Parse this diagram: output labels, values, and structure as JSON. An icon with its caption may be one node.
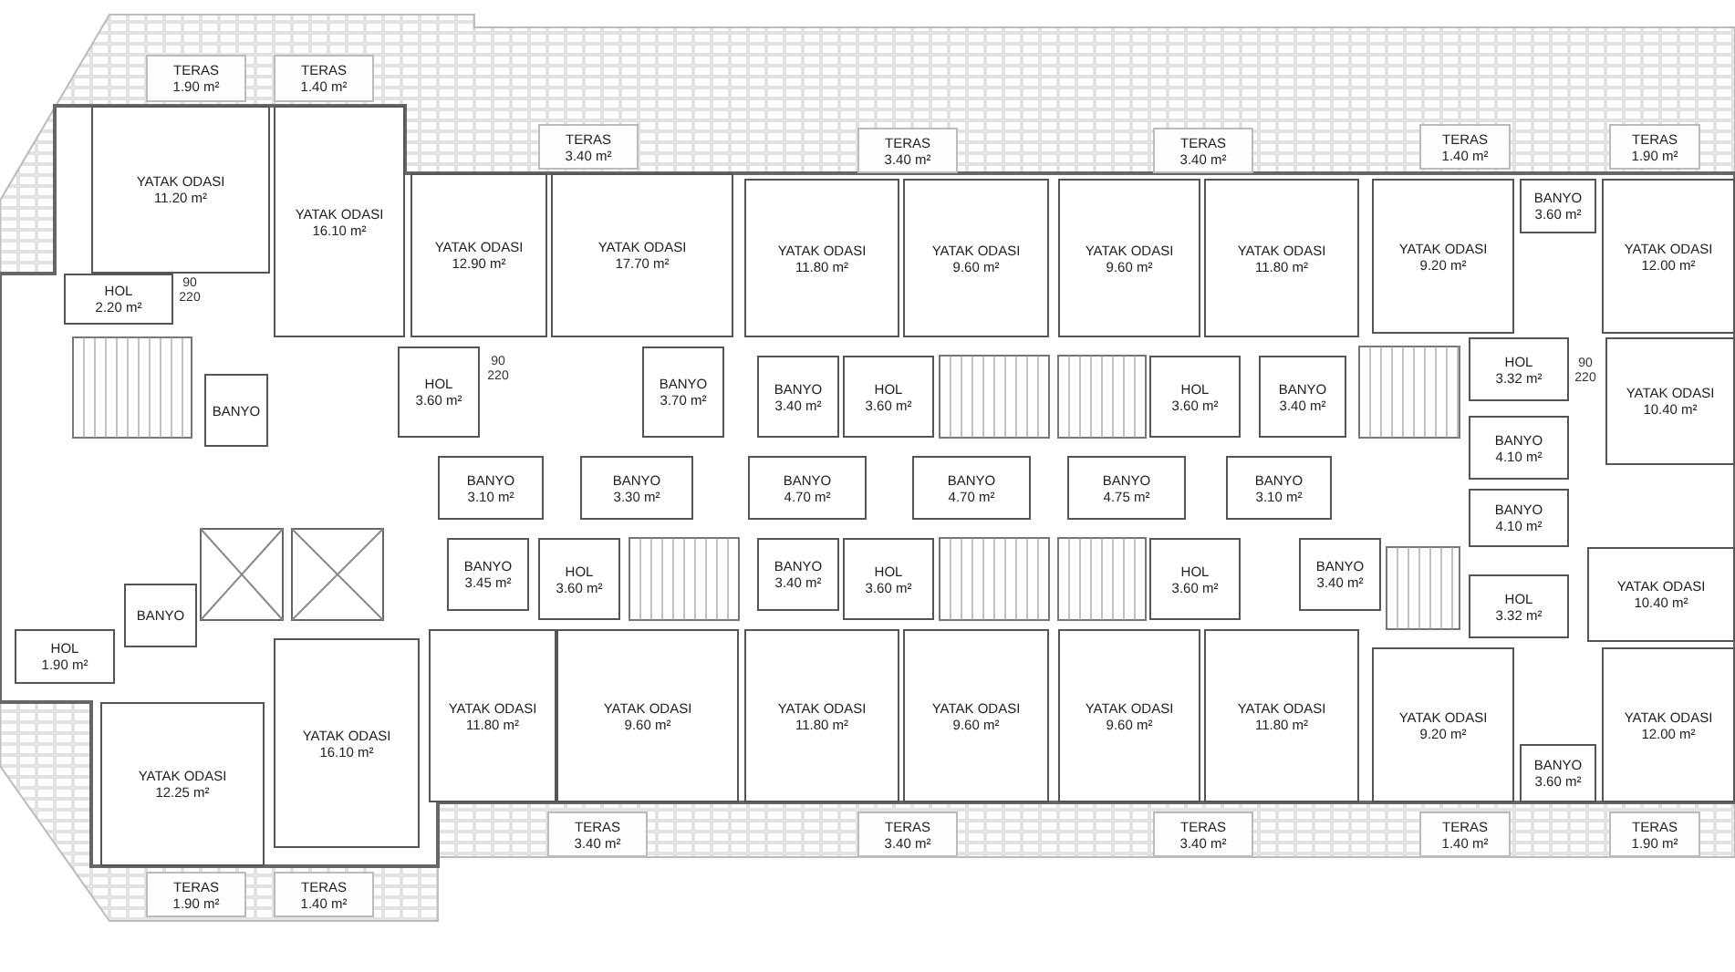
{
  "diagram": {
    "nodes": [
      {
        "text": [
          "TERAS",
          "1.90 m²"
        ]
      },
      {
        "text": [
          "TERAS",
          "1.40 m²"
        ]
      },
      {
        "text": [
          "YATAK ODASI",
          "11.20 m²"
        ]
      },
      {
        "text": [
          "YATAK ODASI",
          "16.10 m²"
        ]
      },
      {
        "text": [
          "YATAK ODASI",
          "12.90 m²"
        ]
      },
      {
        "text": [
          "YATAK ODASI",
          "17.70 m²"
        ]
      },
      {
        "text": [
          "TERAS",
          "3.40 m²"
        ]
      },
      {
        "text": [
          "YATAK ODASI",
          "11.80 m²"
        ]
      },
      {
        "text": [
          "YATAK ODASI",
          "9.60 m²"
        ]
      },
      {
        "text": [
          "TERAS",
          "3.40 m²"
        ]
      },
      {
        "text": [
          "YATAK ODASI",
          "9.60 m²"
        ]
      },
      {
        "text": [
          "YATAK ODASI",
          "11.80 m²"
        ]
      },
      {
        "text": [
          "TERAS",
          "3.40 m²"
        ]
      },
      {
        "text": [
          "YATAK ODASI",
          "9.20 m²"
        ]
      },
      {
        "text": [
          "BANYO",
          "3.60 m²"
        ]
      },
      {
        "text": [
          "YATAK ODASI",
          "12.00 m²"
        ]
      },
      {
        "text": [
          "TERAS",
          "1.40 m²"
        ]
      },
      {
        "text": [
          "TERAS",
          "1.90 m²"
        ]
      },
      {
        "text": [
          "HOL",
          "2.20 m²"
        ]
      },
      {
        "text": [
          "BANYO"
        ]
      },
      {
        "text": [
          "HOL",
          "3.60 m²"
        ]
      },
      {
        "text": [
          "BANYO",
          "3.70 m²"
        ]
      },
      {
        "text": [
          "BANYO",
          "3.40 m²"
        ]
      },
      {
        "text": [
          "HOL",
          "3.60 m²"
        ]
      },
      {
        "text": [
          "HOL",
          "3.60 m²"
        ]
      },
      {
        "text": [
          "BANYO",
          "3.40 m²"
        ]
      },
      {
        "text": [
          "HOL",
          "3.32 m²"
        ]
      },
      {
        "text": [
          "YATAK ODASI",
          "10.40 m²"
        ]
      },
      {
        "text": [
          "BANYO",
          "4.10 m²"
        ]
      },
      {
        "text": [
          "BANYO",
          "3.10 m²"
        ]
      },
      {
        "text": [
          "BANYO",
          "3.30 m²"
        ]
      },
      {
        "text": [
          "BANYO",
          "4.70 m²"
        ]
      },
      {
        "text": [
          "BANYO",
          "4.70 m²"
        ]
      },
      {
        "text": [
          "BANYO",
          "4.75 m²"
        ]
      },
      {
        "text": [
          "BANYO",
          "3.10 m²"
        ]
      },
      {
        "text": [
          "BANYO",
          "4.10 m²"
        ]
      },
      {
        "text": [
          "BANYO"
        ]
      },
      {
        "text": [
          "HOL",
          "1.90 m²"
        ]
      },
      {
        "text": [
          "BANYO",
          "3.45 m²"
        ]
      },
      {
        "text": [
          "HOL",
          "3.60 m²"
        ]
      },
      {
        "text": [
          "BANYO",
          "3.40 m²"
        ]
      },
      {
        "text": [
          "HOL",
          "3.60 m²"
        ]
      },
      {
        "text": [
          "HOL",
          "3.60 m²"
        ]
      },
      {
        "text": [
          "BANYO",
          "3.40 m²"
        ]
      },
      {
        "text": [
          "HOL",
          "3.32 m²"
        ]
      },
      {
        "text": [
          "YATAK ODASI",
          "10.40 m²"
        ]
      },
      {
        "text": [
          "YATAK ODASI",
          "16.10 m²"
        ]
      },
      {
        "text": [
          "YATAK ODASI",
          "11.80 m²"
        ]
      },
      {
        "text": [
          "YATAK ODASI",
          "12.25 m²"
        ]
      },
      {
        "text": [
          "YATAK ODASI",
          "9.60 m²"
        ]
      },
      {
        "text": [
          "YATAK ODASI",
          "11.80 m²"
        ]
      },
      {
        "text": [
          "YATAK ODASI",
          "9.60 m²"
        ]
      },
      {
        "text": [
          "YATAK ODASI",
          "9.60 m²"
        ]
      },
      {
        "text": [
          "YATAK ODASI",
          "11.80 m²"
        ]
      },
      {
        "text": [
          "YATAK ODASI",
          "9.20 m²"
        ]
      },
      {
        "text": [
          "YATAK ODASI",
          "12.00 m²"
        ]
      },
      {
        "text": [
          "BANYO",
          "3.60 m²"
        ]
      },
      {
        "text": [
          "TERAS",
          "3.40 m²"
        ]
      },
      {
        "text": [
          "TERAS",
          "3.40 m²"
        ]
      },
      {
        "text": [
          "TERAS",
          "3.40 m²"
        ]
      },
      {
        "text": [
          "TERAS",
          "1.40 m²"
        ]
      },
      {
        "text": [
          "TERAS",
          "1.90 m²"
        ]
      },
      {
        "text": [
          "TERAS",
          "1.90 m²"
        ]
      },
      {
        "text": [
          "TERAS",
          "1.40 m²"
        ]
      }
    ],
    "labels": [
      "90 220",
      "90 220",
      "90 220"
    ]
  }
}
